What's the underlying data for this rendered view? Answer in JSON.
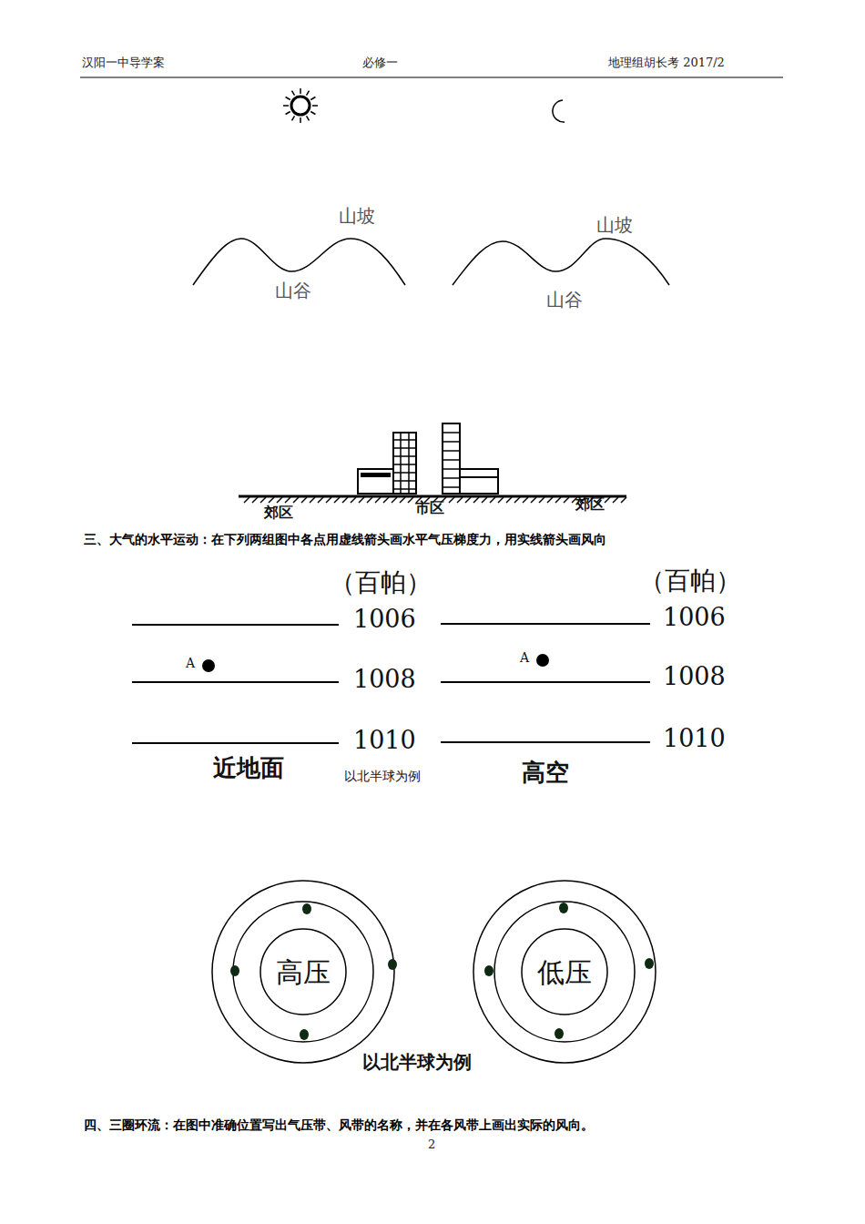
{
  "diagram": {
    "nodes": [
      {
        "text": [
          "高压"
        ]
      },
      {
        "text": [
          "低压"
        ]
      }
    ],
    "labels": [
      "汉阳一中导学案",
      "必修一",
      "地理组胡长考  2017/2",
      "山坡",
      "山谷",
      "山坡",
      "山谷",
      "郊区",
      "市区",
      "郊区",
      "三、大气的水平运动：在下列两组图中各点用虚线箭头画水平气压梯度力，用实线箭头画风向",
      "（百帕）",
      "1006",
      "1008",
      "1010",
      "A",
      "近地面",
      "以北半球为例",
      "（百帕）",
      "1006",
      "1008",
      "1010",
      "A",
      "高空",
      "以北半球为例",
      "四、三圈环流：在图中准确位置写出气压带、风带的名称，并在各风带上画出实际的风向。",
      "2"
    ]
  }
}
